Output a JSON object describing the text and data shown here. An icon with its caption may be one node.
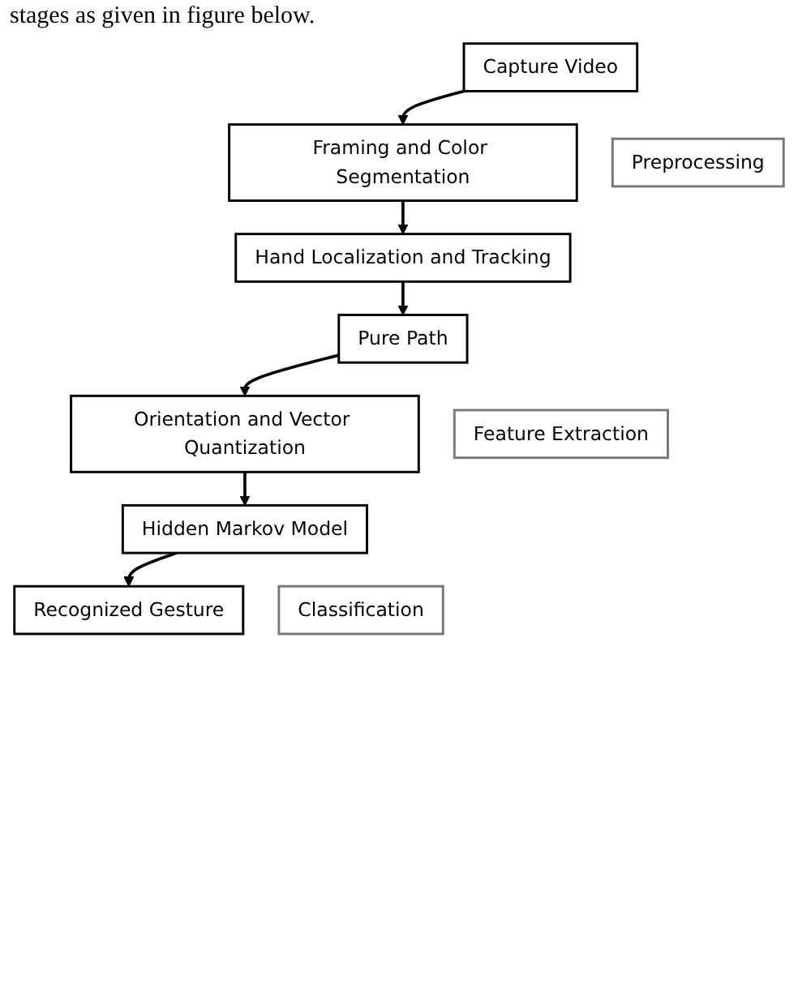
{
  "diagram": {
    "nodes": [
      {
        "text": [
          "Capture Video"
        ]
      },
      {
        "text": [
          "Framing and Color Segmentation"
        ]
      },
      {
        "text": [
          "Hand Localization and Tracking"
        ]
      },
      {
        "text": [
          "Pure Path"
        ]
      },
      {
        "text": [
          "Orientation and Vector Quantization"
        ]
      },
      {
        "text": [
          "Hidden Markov Model"
        ]
      },
      {
        "text": [
          "Recognized Gesture"
        ]
      },
      {
        "text": [
          "Preprocessing"
        ]
      },
      {
        "text": [
          "Feature Extraction"
        ]
      },
      {
        "text": [
          "Classification"
        ]
      }
    ],
    "edges": [
      {
        "from": 0,
        "to": 1,
        "arrow": "to"
      },
      {
        "from": 1,
        "to": 2,
        "arrow": "to"
      },
      {
        "from": 2,
        "to": 3,
        "arrow": "to"
      },
      {
        "from": 3,
        "to": 4,
        "arrow": "to"
      },
      {
        "from": 4,
        "to": 5,
        "arrow": "to"
      },
      {
        "from": 5,
        "to": 6,
        "arrow": "to"
      }
    ],
    "labels": [
      "stages as given in figure below."
    ]
  }
}
